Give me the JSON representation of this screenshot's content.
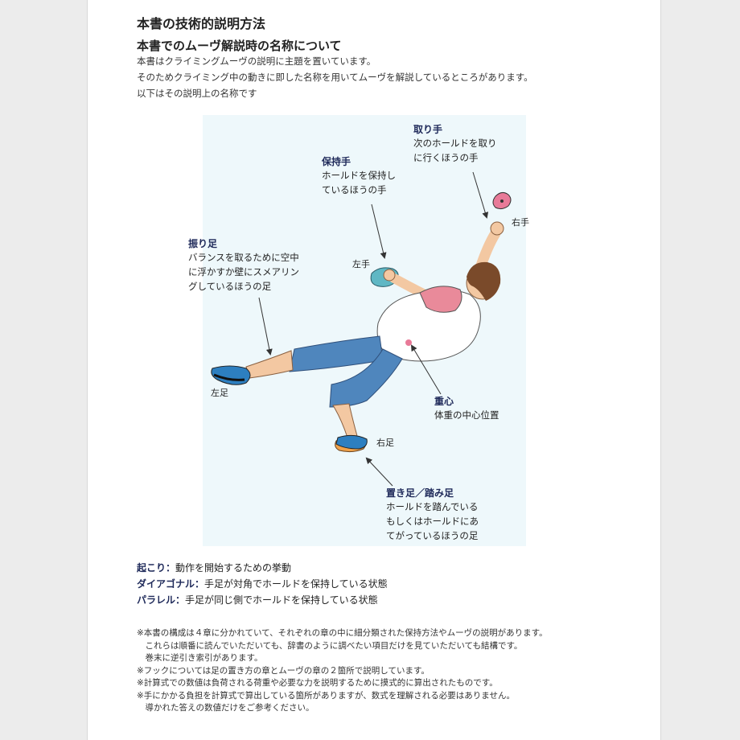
{
  "heading": "本書の技術的説明方法",
  "subheading": "本書でのムーヴ解説時の名称について",
  "intro": [
    "本書はクライミングムーヴの説明に主題を置いています。",
    "そのためクライミング中の動きに即した名称を用いてムーヴを解説しているところがあります。",
    "以下はその説明上の名称です"
  ],
  "figure": {
    "callouts": {
      "toride": {
        "title": "取り手",
        "lines": [
          "次のホールドを取り",
          "に行くほうの手"
        ]
      },
      "hojite": {
        "title": "保持手",
        "lines": [
          "ホールドを保持し",
          "ているほうの手"
        ]
      },
      "furiashi": {
        "title": "振り足",
        "lines": [
          "バランスを取るために空中",
          "に浮かすか壁にスメアリン",
          "グしているほうの足"
        ]
      },
      "jushin": {
        "title": "重心",
        "lines": [
          "体重の中心位置"
        ]
      },
      "okiashi": {
        "title": "置き足／踏み足",
        "lines": [
          "ホールドを踏んでいる",
          "もしくはホールドにあ",
          "てがっているほうの足"
        ]
      }
    },
    "labels": {
      "right_hand": "右手",
      "left_hand": "左手",
      "left_foot": "左足",
      "right_foot": "右足"
    }
  },
  "terms": [
    {
      "term": "起こり：",
      "desc": "動作を開始するための挙動"
    },
    {
      "term": "ダイアゴナル：",
      "desc": "手足が対角でホールドを保持している状態"
    },
    {
      "term": "パラレル：",
      "desc": "手足が同じ側でホールドを保持している状態"
    }
  ],
  "notes": [
    "※本書の構成は４章に分かれていて、それぞれの章の中に細分類された保持方法やムーヴの説明があります。",
    "　これらは順番に読んでいただいても、辞書のように調べたい項目だけを見ていただいても結構です。",
    "　巻末に逆引き索引があります。",
    "※フックについては足の置き方の章とムーヴの章の２箇所で説明しています。",
    "※計算式での数値は負荷される荷重や必要な力を説明するために摸式的に算出されたものです。",
    "※手にかかる負担を計算式で算出している箇所がありますが、数式を理解される必要はありません。",
    "　導かれた答えの数値だけをご参考ください。"
  ],
  "colors": {
    "panel_bg": "#eef8fb",
    "title_navy": "#1f2a5a",
    "shirt_pink": "#e98a9a",
    "jeans_blue": "#4f86bd",
    "hold_teal": "#5fb7c4",
    "hold_pink": "#e87a98",
    "hold_orange": "#f0a24a"
  }
}
